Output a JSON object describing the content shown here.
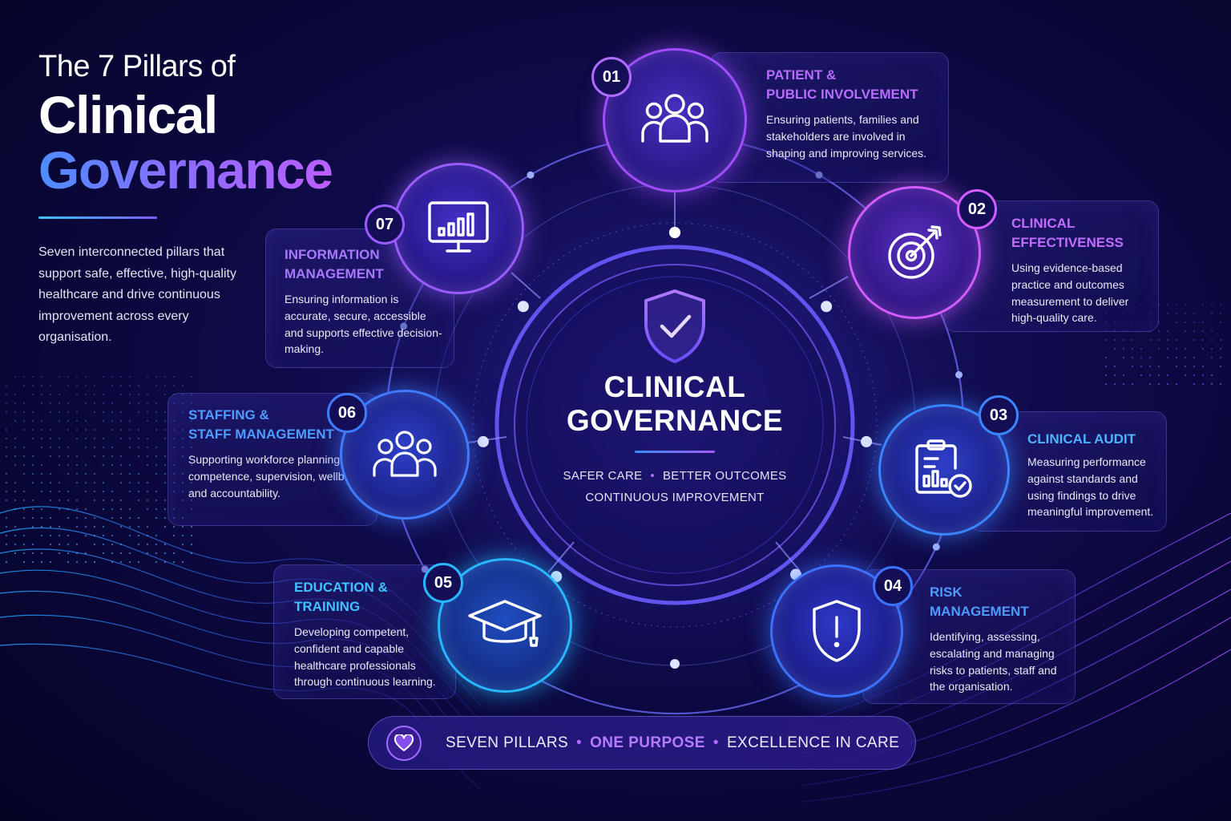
{
  "title": {
    "line1": "The 7 Pillars of",
    "line2": "Clinical",
    "line3": "Governance"
  },
  "intro": "Seven interconnected pillars that support safe, effective, high-quality healthcare and drive continuous improvement across every organisation.",
  "center": {
    "title_line1": "CLINICAL",
    "title_line2": "GOVERNANCE",
    "sub1_a": "SAFER CARE",
    "sub1_b": "BETTER OUTCOMES",
    "sub2": "CONTINUOUS IMPROVEMENT",
    "icon": "shield-check-icon"
  },
  "pillars": [
    {
      "number": "01",
      "title1": "PATIENT &",
      "title2": "PUBLIC INVOLVEMENT",
      "description": "Ensuring patients, families and stakeholders are involved in shaping and improving services.",
      "icon": "people-group-icon",
      "color": "#a04dff"
    },
    {
      "number": "02",
      "title1": "CLINICAL",
      "title2": "EFFECTIVENESS",
      "description": "Using evidence-based practice and outcomes measurement to deliver high-quality care.",
      "icon": "target-icon",
      "color": "#d35cff"
    },
    {
      "number": "03",
      "title1": "CLINICAL AUDIT",
      "title2": "",
      "description": "Measuring performance against standards and using findings to drive meaningful improvement.",
      "icon": "audit-clipboard-icon",
      "color": "#3a86ff"
    },
    {
      "number": "04",
      "title1": "RISK",
      "title2": "MANAGEMENT",
      "description": "Identifying, assessing, escalating and managing risks to patients, staff and the organisation.",
      "icon": "shield-alert-icon",
      "color": "#3b73ff"
    },
    {
      "number": "05",
      "title1": "EDUCATION &",
      "title2": "TRAINING",
      "description": "Developing competent, confident and capable healthcare professionals through continuous learning.",
      "icon": "graduation-cap-icon",
      "color": "#27b8ff"
    },
    {
      "number": "06",
      "title1": "STAFFING &",
      "title2": "STAFF MANAGEMENT",
      "description": "Supporting workforce planning, competence, supervision, wellbeing and accountability.",
      "icon": "staff-group-icon",
      "color": "#3f7bff"
    },
    {
      "number": "07",
      "title1": "INFORMATION",
      "title2": "MANAGEMENT",
      "description": "Ensuring information is accurate, secure, accessible and supports effective decision-making.",
      "icon": "monitor-chart-icon",
      "color": "#9a5cff"
    }
  ],
  "footer": {
    "part1": "SEVEN PILLARS",
    "part2": "ONE PURPOSE",
    "part3": "EXCELLENCE IN CARE",
    "icon": "heart-icon"
  },
  "colors": {
    "accent_purple": "#a04dff",
    "accent_blue": "#3a86ff",
    "accent_cyan": "#27b8ff",
    "background": "#0f0b4a"
  }
}
